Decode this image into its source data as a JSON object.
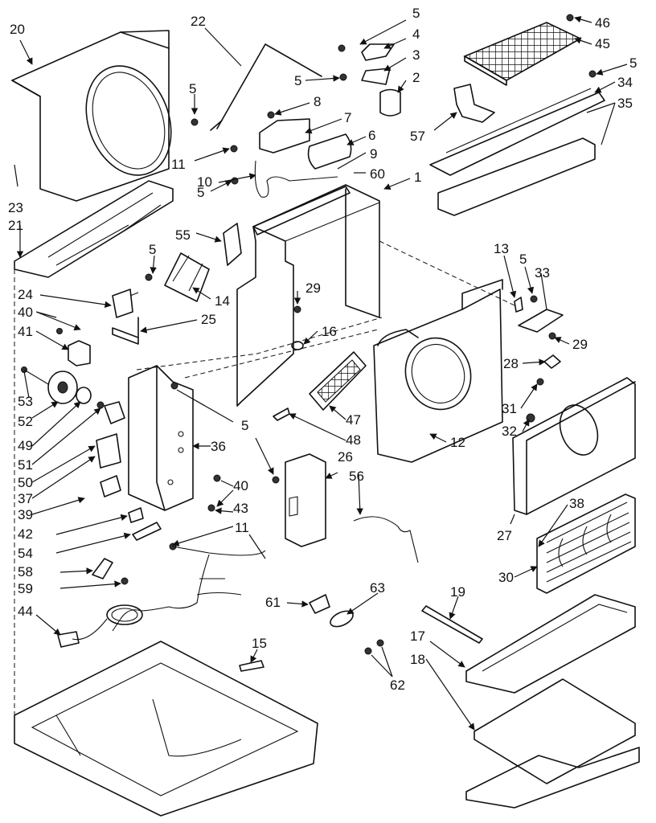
{
  "labels": {
    "l20": "20",
    "l22": "22",
    "l5a": "5",
    "l4": "4",
    "l3": "3",
    "l5b": "5",
    "l2": "2",
    "l46": "46",
    "l45": "45",
    "l5c": "5",
    "l34": "34",
    "l35": "35",
    "l5d": "5",
    "l8": "8",
    "l7": "7",
    "l6": "6",
    "l57": "57",
    "l11a": "11",
    "l9": "9",
    "l60": "60",
    "l10": "10",
    "l1": "1",
    "l23": "23",
    "l21": "21",
    "l5e": "5",
    "l55": "55",
    "l13": "13",
    "l5f": "5",
    "l33": "33",
    "l5g": "5",
    "l14": "14",
    "l24": "24",
    "l29a": "29",
    "l40a": "40",
    "l25": "25",
    "l41": "41",
    "l16": "16",
    "l29b": "29",
    "l28": "28",
    "l53": "53",
    "l52": "52",
    "l49": "49",
    "l51": "51",
    "l47": "47",
    "l31": "31",
    "l32": "32",
    "l5h": "5",
    "l36": "36",
    "l48": "48",
    "l12": "12",
    "l50": "50",
    "l37": "37",
    "l26": "26",
    "l56": "56",
    "l40b": "40",
    "l39": "39",
    "l43": "43",
    "l38": "38",
    "l27": "27",
    "l42": "42",
    "l54": "54",
    "l11b": "11",
    "l30": "30",
    "l58": "58",
    "l59": "59",
    "l44": "44",
    "l61": "61",
    "l63": "63",
    "l19": "19",
    "l17": "17",
    "l15": "15",
    "l18": "18",
    "l62": "62"
  }
}
